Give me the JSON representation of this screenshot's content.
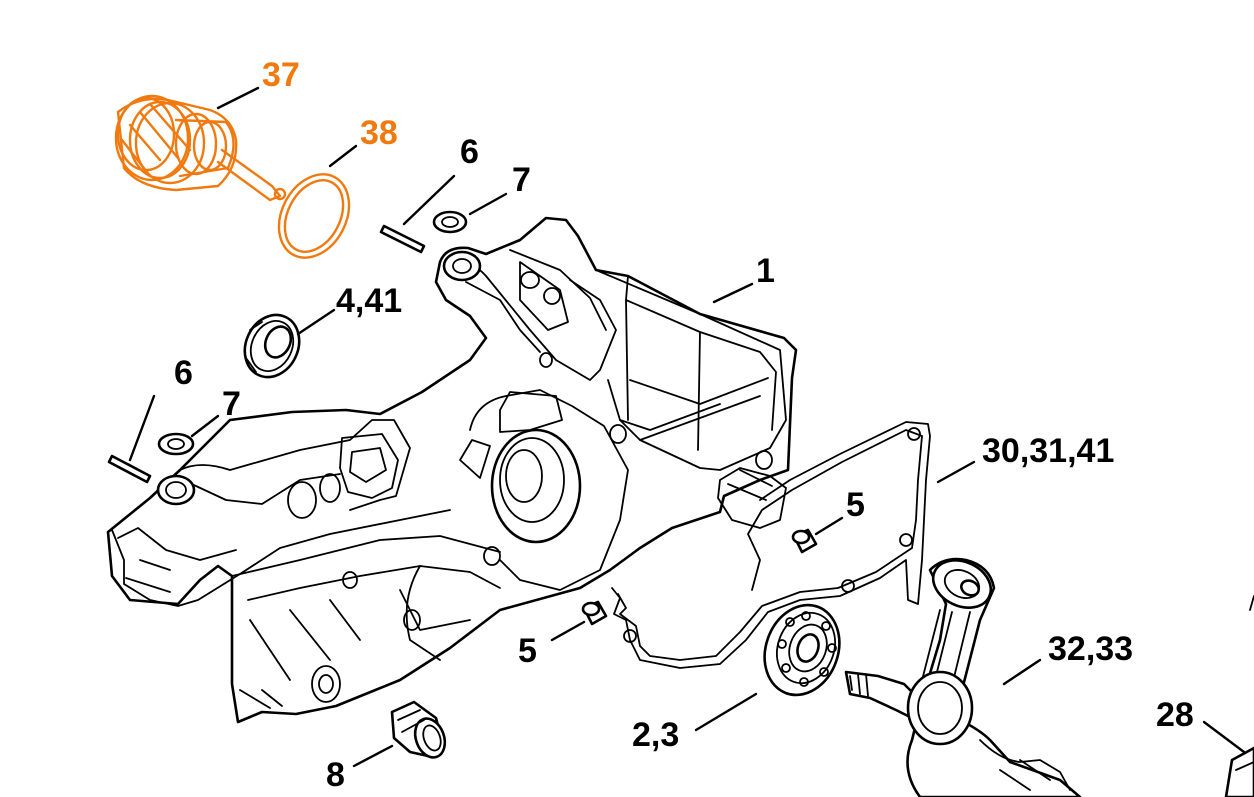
{
  "colors": {
    "highlight": "#f07a10",
    "line": "#000000",
    "background": "#ffffff"
  },
  "callouts": {
    "c37": "37",
    "c38": "38",
    "c6_top": "6",
    "c7_top": "7",
    "c1": "1",
    "c4_41": "4,41",
    "c6_left": "6",
    "c7_left": "7",
    "c30_31_41": "30,31,41",
    "c5_right": "5",
    "c5_bottom": "5",
    "c32_33": "32,33",
    "c2_3": "2,3",
    "c28": "28",
    "c8": "8"
  }
}
